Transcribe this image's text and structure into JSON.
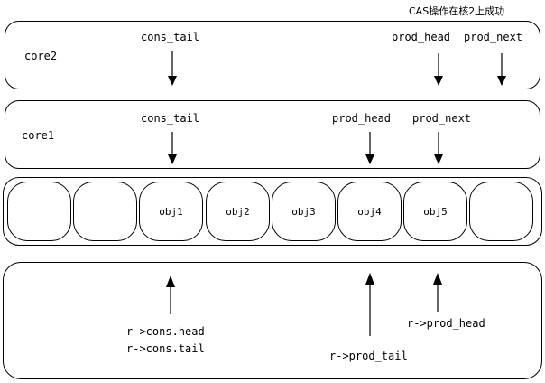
{
  "title": "CAS操作在核2上成功",
  "rows": {
    "core2": {
      "label": "core2",
      "cons_tail": "cons_tail",
      "prod_head": "prod_head",
      "prod_next": "prod_next"
    },
    "core1": {
      "label": "core1",
      "cons_tail": "cons_tail",
      "prod_head": "prod_head",
      "prod_next": "prod_next"
    }
  },
  "ring": {
    "slots": [
      "",
      "",
      "obj1",
      "obj2",
      "obj3",
      "obj4",
      "obj5",
      ""
    ]
  },
  "shared": {
    "cons_head": "r->cons.head",
    "cons_tail": "r->cons.tail",
    "prod_tail": "r->prod_tail",
    "prod_head": "r->prod_head"
  }
}
